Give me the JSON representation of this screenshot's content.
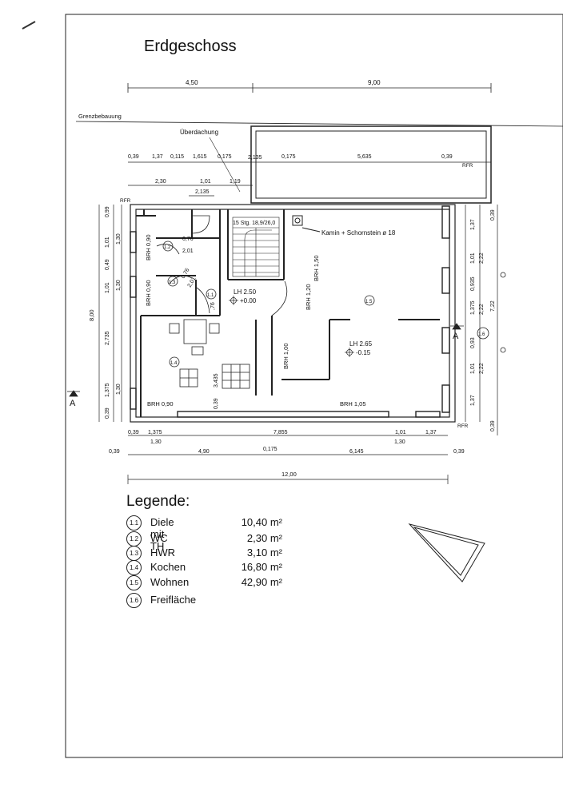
{
  "title": "Erdgeschoss",
  "labels": {
    "neighbor": "Grenzbebauung",
    "canopy": "Überdachung",
    "rfr": "RFR",
    "stairs": "15 Stg. 18,9/26,0",
    "chimney": "Kamin + Schornstein ø 18",
    "section": "A",
    "lh_diele": "LH 2.50",
    "lh_diele_level": "+0.00",
    "lh_wohnen": "LH 2.65",
    "lh_wohnen_level": "-0.15",
    "brh_090": "BRH 0,90",
    "brh_150": "BRH 1,50",
    "brh_120": "BRH 1,20",
    "brh_100": "BRH 1,00",
    "brh_105": "BRH 1,05"
  },
  "dimensions": {
    "top_overall_a": "4,50",
    "top_overall_b": "9,00",
    "top_row1": [
      "0,39",
      "1,37",
      "0,115",
      "1,615",
      "0,175",
      "2,135",
      "0,175",
      "5,635",
      "0,39"
    ],
    "top_row2": [
      "2,30",
      "1,01",
      "1,19"
    ],
    "top_row3": "2,135",
    "left_outer": "8,00",
    "left_a": [
      "0,99",
      "1,01",
      "0,49",
      "1,01",
      "2,735",
      "1,375",
      "0,39"
    ],
    "left_b": [
      "1,30",
      "1,30",
      "1,30"
    ],
    "right_a": [
      "1,37",
      "1,01",
      "0,935",
      "1,375",
      "0,93",
      "1,01",
      "1,37"
    ],
    "right_b": [
      "2,22",
      "2,22",
      "2,22"
    ],
    "right_outer_a": [
      "0,39",
      "7,22",
      "0,39"
    ],
    "door_76a": "0,76",
    "door_201a": "2,01",
    "door_76b": "0,76",
    "door_201b": "2,01",
    "door_76c": ",76",
    "kitchen_w": "3,435",
    "kitchen_pier": "0,39",
    "bottom_row1": [
      "0,39",
      "1,375",
      "7,855",
      "1,01",
      "1,37"
    ],
    "bottom_row1b": [
      "1,30",
      "1,30"
    ],
    "bottom_row2": [
      "0,39",
      "4,90",
      "0,175",
      "6,145",
      "0,39"
    ],
    "bottom_total": "12,00"
  },
  "rooms": [
    {
      "num": "1.1",
      "name": "Diele mit TH",
      "area": "10,40 m²"
    },
    {
      "num": "1.2",
      "name": "WC",
      "area": "2,30 m²"
    },
    {
      "num": "1.3",
      "name": "HWR",
      "area": "3,10 m²"
    },
    {
      "num": "1.4",
      "name": "Kochen",
      "area": "16,80 m²"
    },
    {
      "num": "1.5",
      "name": "Wohnen",
      "area": "42,90 m²"
    },
    {
      "num": "1.6",
      "name": "Freifläche",
      "area": ""
    }
  ],
  "legend": {
    "heading": "Legende:"
  }
}
